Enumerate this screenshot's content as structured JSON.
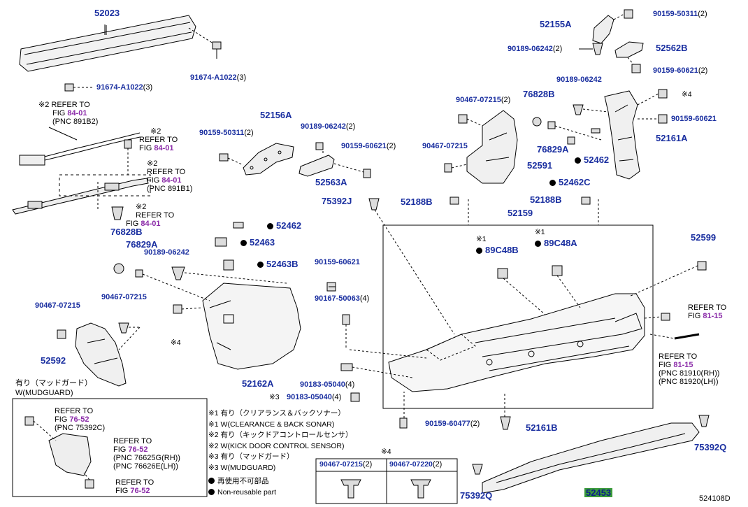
{
  "parts": {
    "p52023": "52023",
    "p91674a": "91674-A1022",
    "p91674a_q": "(3)",
    "p91674b": "91674-A1022",
    "p91674b_q": "(3)",
    "p52155A": "52155A",
    "p90159_50311_tr": "90159-50311",
    "p90159_50311_tr_q": "(2)",
    "p90189_06242_tr": "90189-06242",
    "p90189_06242_tr_q": "(2)",
    "p52562B": "52562B",
    "p90159_60621_tr": "90159-60621",
    "p90159_60621_tr_q": "(2)",
    "p90189_06242_r2": "90189-06242",
    "p76828B_r": "76828B",
    "p90467_07215_r": "90467-07215",
    "p90467_07215_r_q": "(2)",
    "p90159_60621_r2": "90159-60621",
    "p52161A": "52161A",
    "p76829A_r": "76829A",
    "p52462_r": "52462",
    "p90467_07215_r3": "90467-07215",
    "p52591": "52591",
    "p52462C": "52462C",
    "p52156A": "52156A",
    "p90159_50311_m": "90159-50311",
    "p90159_50311_m_q": "(2)",
    "p90189_06242_m": "90189-06242",
    "p90189_06242_m_q": "(2)",
    "p90159_60621_m": "90159-60621",
    "p90159_60621_m_q": "(2)",
    "p52563A": "52563A",
    "p75392J": "75392J",
    "p52188B_a": "52188B",
    "p52188B_b": "52188B",
    "p52159": "52159",
    "p89C48B": "89C48B",
    "p89C48A": "89C48A",
    "p52599": "52599",
    "p52462_m": "52462",
    "p52463": "52463",
    "p52463B": "52463B",
    "p76828B_l": "76828B",
    "p76829A_l": "76829A",
    "p90189_06242_l": "90189-06242",
    "p90159_60621_c": "90159-60621",
    "p90167_50063": "90167-50063",
    "p90167_50063_q": "(4)",
    "p90467_07215_l1": "90467-07215",
    "p90467_07215_l2": "90467-07215",
    "p52592": "52592",
    "p52162A": "52162A",
    "p90183_05040_a": "90183-05040",
    "p90183_05040_a_q": "(4)",
    "p90183_05040_b": "90183-05040",
    "p90183_05040_b_q": "(4)",
    "p90159_60477": "90159-60477",
    "p90159_60477_q": "(2)",
    "p52161B": "52161B",
    "p75392Q_a": "75392Q",
    "p75392Q_b": "75392Q",
    "p52453": "52453",
    "p90467_07215_box": "90467-07215",
    "p90467_07215_box_q": "(2)",
    "p90467_07220_box": "90467-07220",
    "p90467_07220_box_q": "(2)"
  },
  "refs": {
    "r1_mark": "※2",
    "r1_l1": "REFER TO",
    "r1_fig_pre": "FIG",
    "r1_fig": "84-01",
    "r1_l3": "(PNC 891B2)",
    "r2_mark": "※2",
    "r2_l1": "REFER TO",
    "r2_fig_pre": "FIG",
    "r2_fig": "84-01",
    "r3_mark": "※2",
    "r3_l1": "REFER TO",
    "r3_fig_pre": "FIG",
    "r3_fig": "84-01",
    "r3_l3": "(PNC 891B1)",
    "r4_mark": "※2",
    "r4_l1": "REFER TO",
    "r4_fig_pre": "FIG",
    "r4_fig": "84-01",
    "r5_l1": "REFER TO",
    "r5_fig_pre": "FIG",
    "r5_fig": "81-15",
    "r6_l1": "REFER TO",
    "r6_fig_pre": "FIG",
    "r6_fig": "81-15",
    "r6_l3": "(PNC 81910(RH))",
    "r6_l4": "(PNC 81920(LH))",
    "r7_l1": "REFER TO",
    "r7_fig_pre": "FIG",
    "r7_fig": "76-52",
    "r7_l3": "(PNC 75392C)",
    "r8_l1": "REFER TO",
    "r8_fig_pre": "FIG",
    "r8_fig": "76-52",
    "r8_l3": "(PNC 76625G(RH))",
    "r8_l4": "(PNC 76626E(LH))",
    "r9_l1": "REFER TO",
    "r9_fig_pre": "FIG",
    "r9_fig": "76-52"
  },
  "marks": {
    "m1a": "※1",
    "m1b": "※1",
    "m3": "※3",
    "m4a": "※4",
    "m4b": "※4",
    "m4c": "※4"
  },
  "mudguard": {
    "jp": "有り（マッドガード）",
    "en": "W(MUDGUARD)"
  },
  "legend": {
    "l1": "※1 有り（クリアランス＆バックソナー）",
    "l2": "※1 W(CLEARANCE & BACK SONAR)",
    "l3": "※2 有り（キックドアコントロールセンサ）",
    "l4": "※2 W(KICK DOOR CONTROL SENSOR)",
    "l5": "※3 有り（マッドガード）",
    "l6": "※3 W(MUDGUARD)",
    "l7": "再使用不可部品",
    "l8": "Non-reusable part"
  },
  "diagram_id": "524108D",
  "colors": {
    "part": "#1a2fa0",
    "fig": "#8a2aa8",
    "highlight": "#3a9a3a"
  }
}
